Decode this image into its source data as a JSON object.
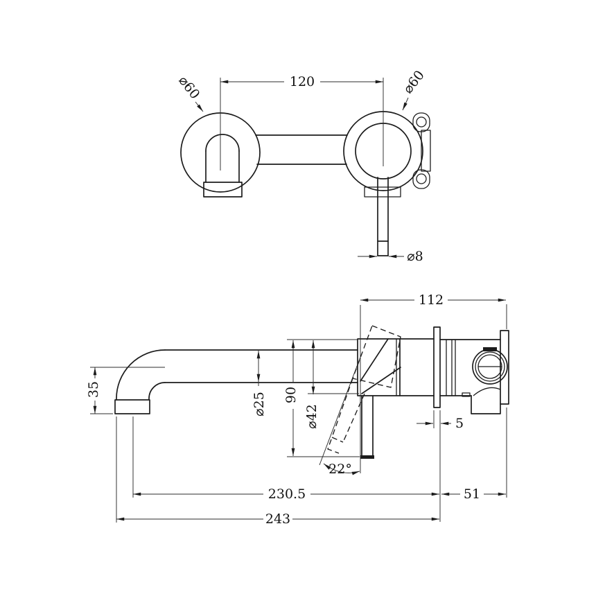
{
  "drawing": {
    "type": "technical-dimension-drawing",
    "subject": "wall-mounted basin mixer tap, front view and side view",
    "colors": {
      "background": "#ffffff",
      "line": "#1c1c1c"
    },
    "labels": {
      "dim_spacing": "120",
      "dia_left": "⌀60",
      "dia_right": "⌀60",
      "dia_stem": "⌀8",
      "dim_depth": "112",
      "dim_outlet_height": "35",
      "dia_spout": "⌀25",
      "dim_body_height": "90",
      "dia_escutcheon": "⌀42",
      "angle_lever": "22°",
      "dim_flange": "5",
      "dim_reach_center": "230.5",
      "dim_behind_wall": "51",
      "dim_reach_total": "243"
    }
  }
}
